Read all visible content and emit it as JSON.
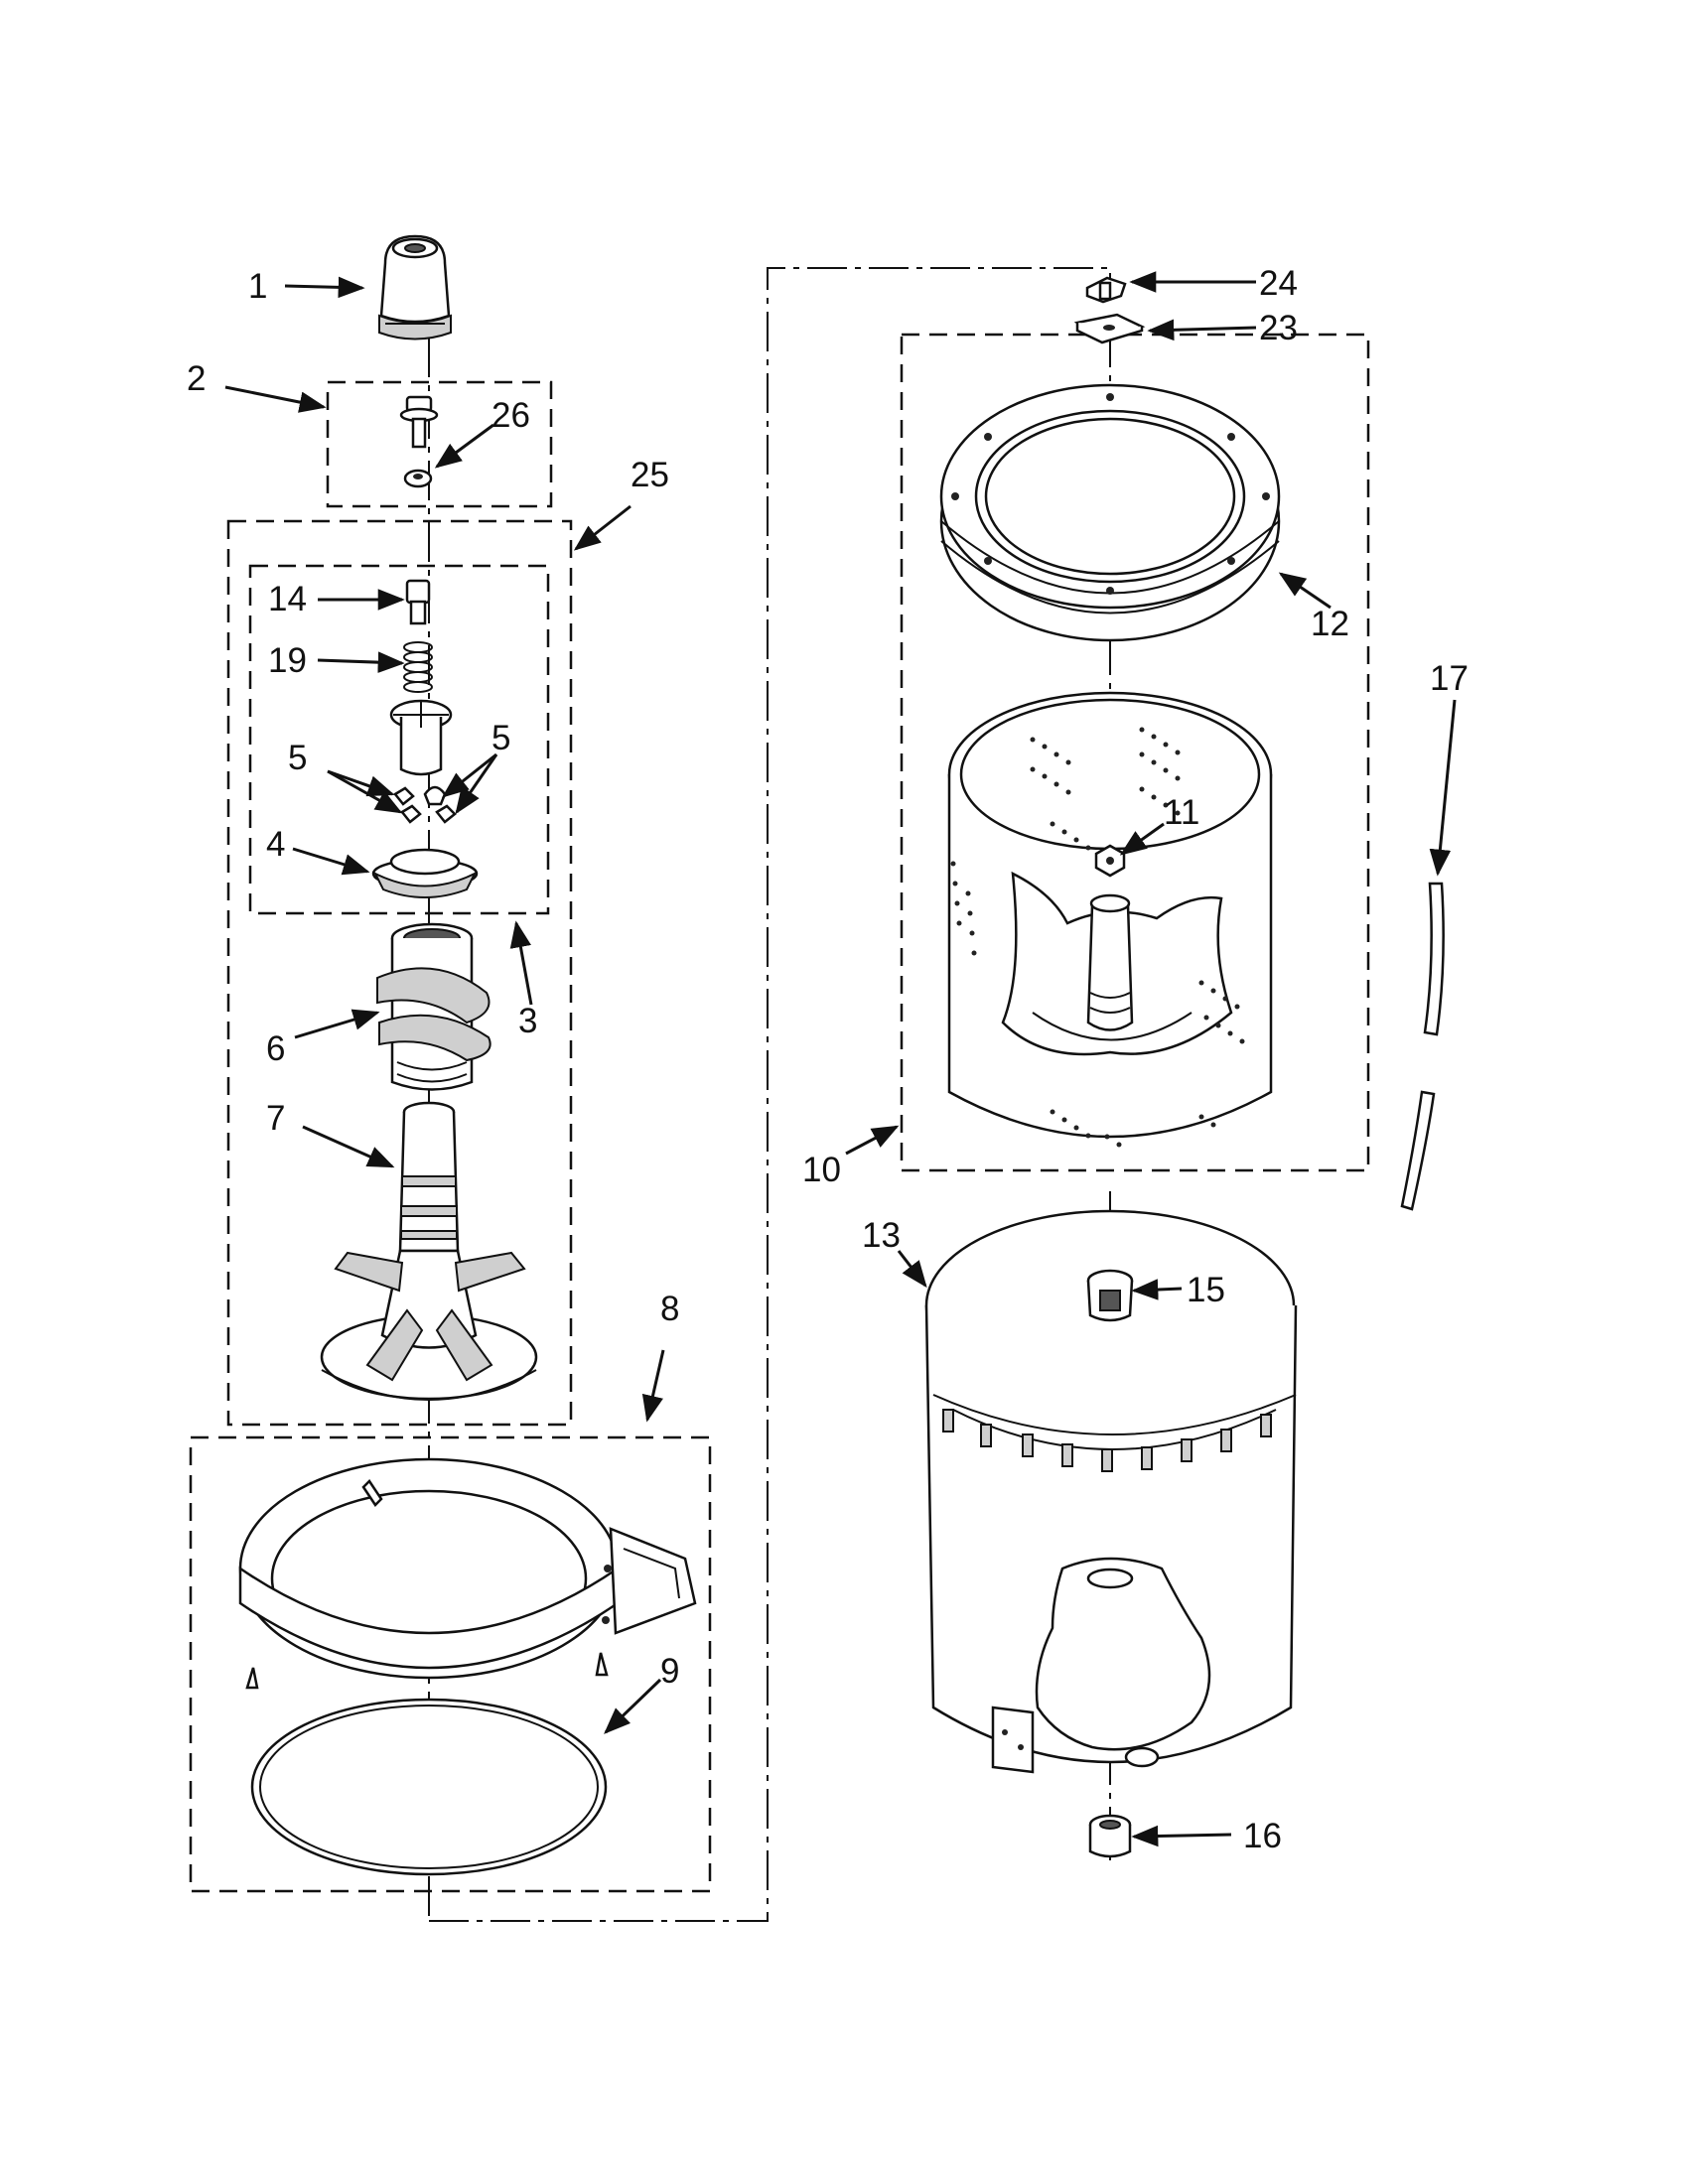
{
  "callouts": [
    "1",
    "2",
    "26",
    "25",
    "14",
    "19",
    "5",
    "5",
    "4",
    "3",
    "6",
    "7",
    "8",
    "9",
    "24",
    "23",
    "12",
    "17",
    "11",
    "10",
    "13",
    "15",
    "16"
  ]
}
